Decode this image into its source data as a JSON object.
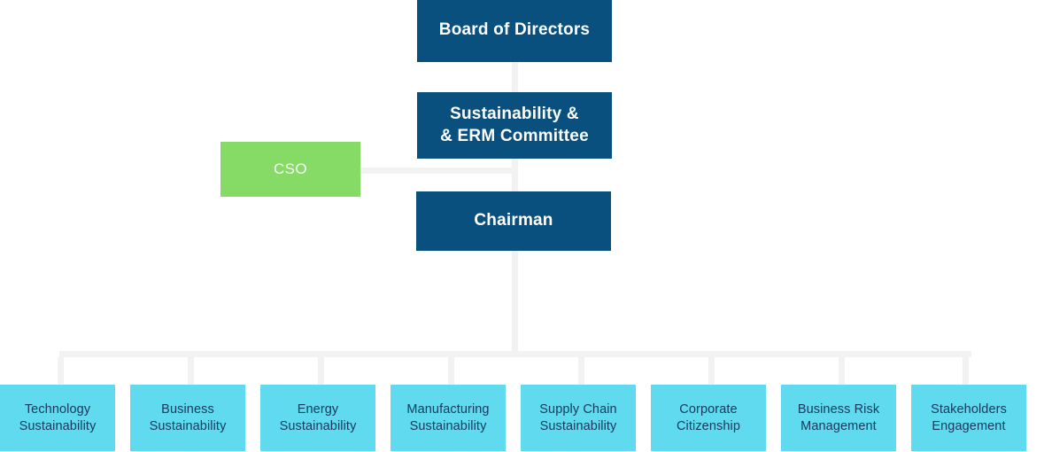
{
  "chart_data": {
    "type": "diagram",
    "diagram_type": "organizational-hierarchy",
    "title": "",
    "levels": [
      {
        "level": 1,
        "nodes": [
          "Board of Directors"
        ]
      },
      {
        "level": 2,
        "nodes": [
          "Sustainability &\n& ERM Committee"
        ]
      },
      {
        "level": 3,
        "nodes": [
          "Chairman",
          "CSO"
        ]
      },
      {
        "level": 4,
        "nodes": [
          "Technology Sustainability",
          "Business Sustainability",
          "Energy Sustainability",
          "Manufacturing Sustainability",
          "Supply Chain Sustainability",
          "Corporate Citizenship",
          "Business Risk Management",
          "Stakeholders Engagement"
        ]
      }
    ],
    "edges": [
      {
        "from": "Board of Directors",
        "to": "Sustainability & ERM Committee"
      },
      {
        "from": "Sustainability & ERM Committee",
        "to": "Chairman"
      },
      {
        "from": "CSO",
        "to": "Chairman"
      },
      {
        "from": "Chairman",
        "to": "Technology Sustainability"
      },
      {
        "from": "Chairman",
        "to": "Business Sustainability"
      },
      {
        "from": "Chairman",
        "to": "Energy Sustainability"
      },
      {
        "from": "Chairman",
        "to": "Manufacturing Sustainability"
      },
      {
        "from": "Chairman",
        "to": "Supply Chain Sustainability"
      },
      {
        "from": "Chairman",
        "to": "Corporate Citizenship"
      },
      {
        "from": "Chairman",
        "to": "Business Risk Management"
      },
      {
        "from": "Chairman",
        "to": "Stakeholders Engagement"
      }
    ]
  },
  "colors": {
    "executive_box": "#09507F",
    "cso_box": "#85DB65",
    "unit_box": "#5FDAEF",
    "unit_text": "#16395C",
    "connector": "#F2F2F2",
    "background": "#FFFFFF"
  },
  "nodes": {
    "board": {
      "label": "Board of Directors"
    },
    "committee": {
      "line1": "Sustainability &",
      "line2": "& ERM Committee",
      "label": "Sustainability &\n& ERM Committee"
    },
    "chairman": {
      "label": "Chairman"
    },
    "cso": {
      "label": "CSO"
    }
  },
  "units": [
    {
      "line1": "Technology",
      "line2": "Sustainability",
      "label": "Technology\nSustainability"
    },
    {
      "line1": "Business",
      "line2": "Sustainability",
      "label": "Business\nSustainability"
    },
    {
      "line1": "Energy",
      "line2": "Sustainability",
      "label": "Energy\nSustainability"
    },
    {
      "line1": "Manufacturing",
      "line2": "Sustainability",
      "label": "Manufacturing\nSustainability"
    },
    {
      "line1": "Supply Chain",
      "line2": "Sustainability",
      "label": "Supply Chain\nSustainability"
    },
    {
      "line1": "Corporate",
      "line2": "Citizenship",
      "label": "Corporate\nCitizenship"
    },
    {
      "line1": "Business Risk",
      "line2": "Management",
      "label": "Business Risk\nManagement"
    },
    {
      "line1": "Stakeholders",
      "line2": "Engagement",
      "label": "Stakeholders\nEngagement"
    }
  ]
}
